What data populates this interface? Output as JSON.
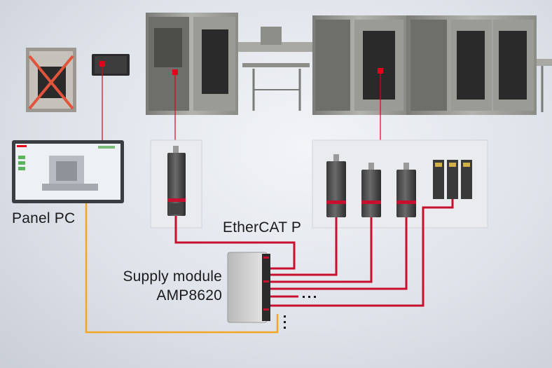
{
  "labels": {
    "panel_pc": "Panel PC",
    "ethercat_p": "EtherCAT P",
    "supply_module_line1": "Supply module",
    "supply_module_line2": "AMP8620"
  },
  "colors": {
    "cable_red": "#c8102e",
    "cable_orange": "#f3a623",
    "marker_red": "#e3001b",
    "machine_gray": "#8a8a86",
    "background": "#e4e7ec"
  },
  "icons": {
    "old_pc": "crossed-out-cabinet-pc-icon",
    "cp_display": "control-panel-display-icon",
    "machine": "packaging-machine-icon",
    "servo": "servo-motor-icon",
    "io": "io-module-icon",
    "supply": "supply-module-icon"
  }
}
